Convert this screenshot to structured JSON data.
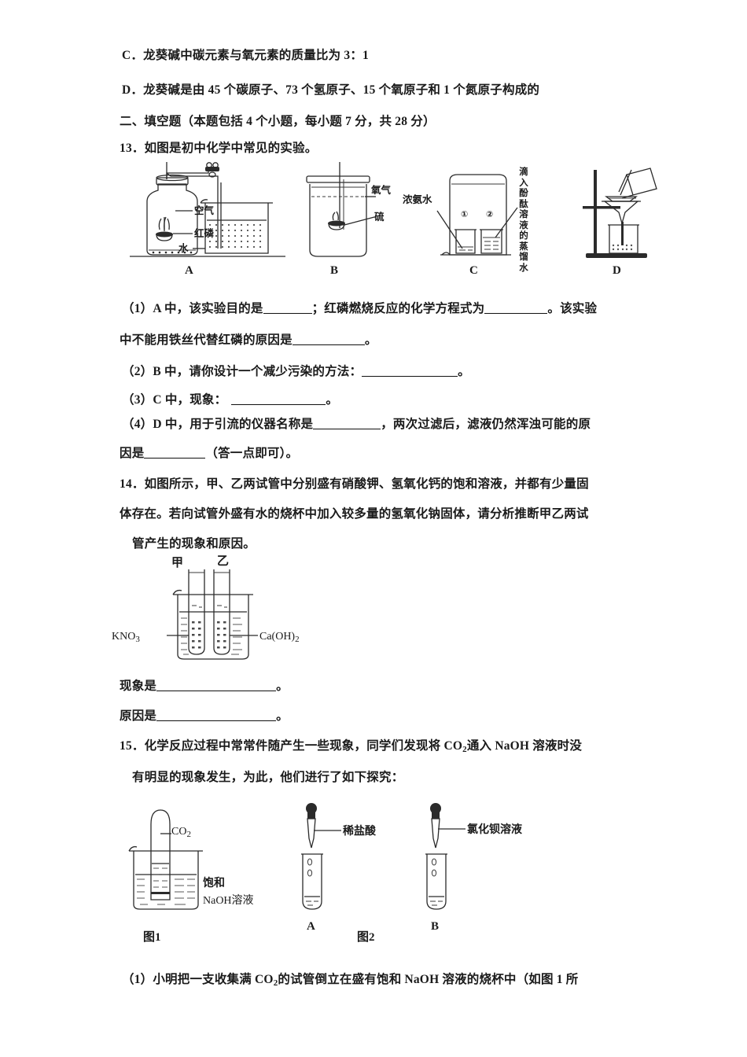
{
  "document": {
    "type": "exam-paper",
    "language": "zh-CN",
    "background": "#ffffff",
    "ink": "#1a1a1a"
  },
  "lines": {
    "choice_c": "C．龙葵碱中碳元素与氧元素的质量比为 3：1",
    "choice_d": "D．龙葵碱是由 45 个碳原子、73 个氢原子、15 个氧原子和 1 个氮原子构成的",
    "section_two": "二、填空题（本题包括 4 个小题，每小题 7 分，共 28 分）",
    "q13_stem": "13．如图是初中化学中常见的实验。",
    "q13_1_a": "（1）A 中，该实验目的是",
    "q13_1_b": "；红磷燃烧反应的化学方程式为",
    "q13_1_c": "。该实验",
    "q13_1_line2_a": "中不能用铁丝代替红磷的原因是",
    "q13_1_line2_b": "。",
    "q13_2_a": "（2）B 中，请你设计一个减少污染的方法：",
    "q13_2_b": "。",
    "q13_3_a": "（3）C 中，现象：",
    "q13_3_b": "。",
    "q13_4_a": "（4）D 中，用于引流的仪器名称是",
    "q13_4_b": "，两次过滤后，",
    "q13_4_em": "滤液仍然浑浊",
    "q13_4_c": "可能的原",
    "q13_4_line2_a": "因是",
    "q13_4_line2_b": "（答一点即可）。",
    "q14_line1": "14．如图所示，甲、乙两试管中分别盛有硝酸钾、氢氧化钙的饱和溶液，并都有少量固",
    "q14_line2": "体存在。若向试管外盛有水的烧杯中加入较多量的氢氧化钠固体，请分析推断甲乙两试",
    "q14_line3": "管产生的现象和原因。",
    "q14_ans1": "现象是",
    "q14_ans1_end": "。",
    "q14_ans2": "原因是",
    "q14_ans2_end": "。",
    "q15_line1_a": "15．化学反应过程中常常件随产生一些现象，同学们发现将 CO",
    "q15_line1_sub": "2",
    "q15_line1_b": "通入 NaOH 溶液时没",
    "q15_line2": "有明显的现象发生，为此，他们进行了如下探究：",
    "q15_1_a": "（1）小明把一支收集满 CO",
    "q15_1_sub": "2",
    "q15_1_b": "的试管倒立在盛有饱和 NaOH 溶液的烧杯中（如图 1 所"
  },
  "figure_group_1": {
    "caption_a": "A",
    "caption_b": "B",
    "caption_c": "C",
    "caption_d": "D",
    "a_labels": {
      "air": "空气",
      "red_phosphorus": "红磷",
      "water": "水"
    },
    "b_labels": {
      "oxygen": "氧气",
      "sulfur": "硫"
    },
    "c_labels": {
      "ammonia": "浓氨水",
      "phenolphthalein": "滴入酚酞溶液的蒸馏水",
      "beaker_one": "①",
      "beaker_two": "②"
    }
  },
  "figure_group_2": {
    "tube_left": "甲",
    "tube_right": "乙",
    "label_left": "KNO",
    "label_left_sub": "3",
    "label_right": "Ca(OH)",
    "label_right_sub": "2"
  },
  "figure_group_3": {
    "fig1_caption": "图1",
    "fig2_caption": "图2",
    "co2_label": "CO",
    "co2_sub": "2",
    "naoh_line1": "饱和",
    "naoh_line2": "NaOH溶液",
    "dilute_hcl": "稀盐酸",
    "barium_chloride": "氯化钡溶液",
    "tube_a": "A",
    "tube_b": "B"
  }
}
